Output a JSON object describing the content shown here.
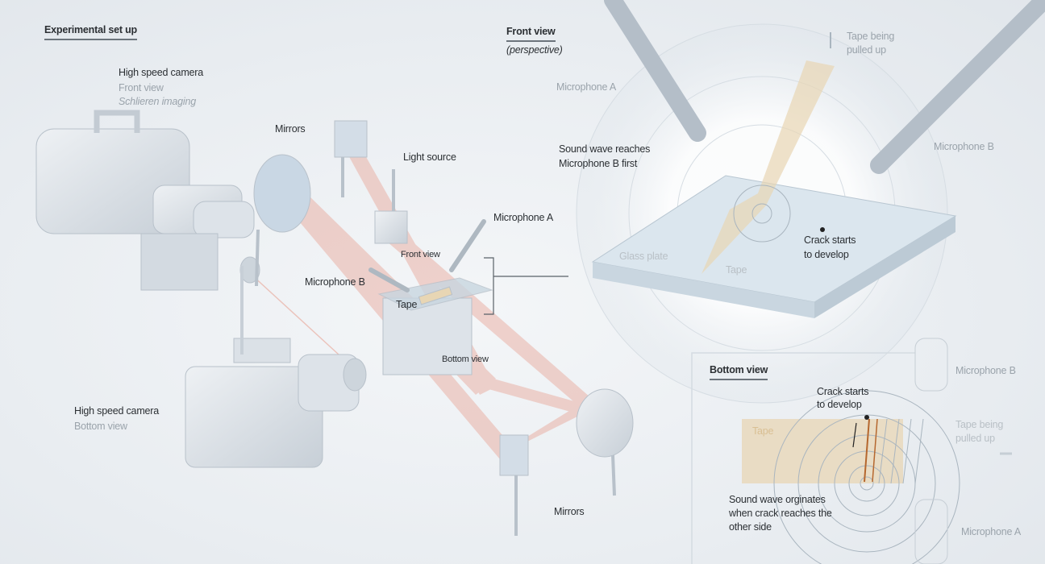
{
  "setup": {
    "title": "Experimental set up",
    "camera_front": {
      "name": "High speed camera",
      "view": "Front view",
      "method": "Schlieren imaging"
    },
    "mirrors_top": "Mirrors",
    "light_source": "Light source",
    "microphone_a": "Microphone A",
    "front_view_arrow": "Front view",
    "microphone_b": "Microphone B",
    "tape": "Tape",
    "bottom_view_arrow": "Bottom view",
    "camera_bottom": {
      "name": "High speed camera",
      "view": "Bottom view"
    },
    "mirrors_bottom": "Mirrors"
  },
  "front_view": {
    "title": "Front view",
    "subtitle": "(perspective)",
    "microphone_a": "Microphone A",
    "microphone_b": "Microphone B",
    "tape_pulled": [
      "Tape being",
      "pulled up"
    ],
    "sound_wave": [
      "Sound wave reaches",
      "Microphone B first"
    ],
    "glass_plate": "Glass plate",
    "tape": "Tape",
    "crack": [
      "Crack starts",
      "to develop"
    ]
  },
  "bottom_view": {
    "title": "Bottom view",
    "microphone_b": "Microphone B",
    "microphone_a": "Microphone A",
    "crack": [
      "Crack starts",
      "to develop"
    ],
    "tape": "Tape",
    "tape_pulled": [
      "Tape being",
      "pulled up"
    ],
    "sound_wave": [
      "Sound wave orginates",
      "when crack reaches the",
      "other side"
    ]
  },
  "colors": {
    "beam": "#e8a496",
    "tape": "#e8d6b4",
    "crack": "#b5672e",
    "equipment": "#d4dbe2"
  }
}
